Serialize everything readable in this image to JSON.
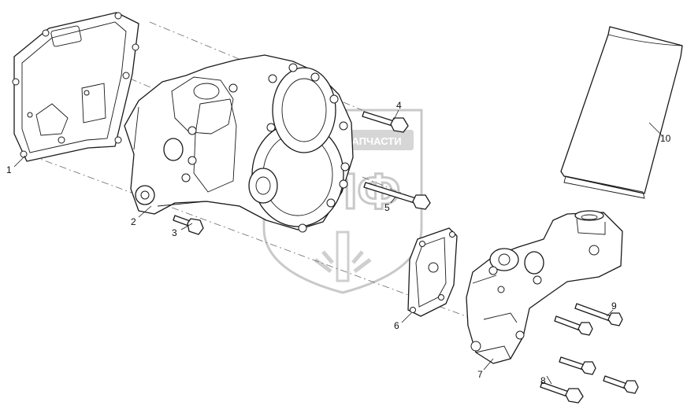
{
  "watermark": {
    "banner_text": "ТЕХНИКА И ЗАПЧАСТИ",
    "logo_letters": "ЭПФ",
    "color": "#c9c9c9"
  },
  "callouts": [
    {
      "id": "1",
      "label": "1",
      "part": "gasket"
    },
    {
      "id": "2",
      "label": "2",
      "part": "oil-filter-housing"
    },
    {
      "id": "3",
      "label": "3",
      "part": "bolt"
    },
    {
      "id": "4",
      "label": "4",
      "part": "bolt"
    },
    {
      "id": "5",
      "label": "5",
      "part": "bolt"
    },
    {
      "id": "6",
      "label": "6",
      "part": "gasket"
    },
    {
      "id": "7",
      "label": "7",
      "part": "filter-bracket"
    },
    {
      "id": "8",
      "label": "8",
      "part": "bolt"
    },
    {
      "id": "9",
      "label": "9",
      "part": "bolt"
    },
    {
      "id": "10",
      "label": "10",
      "part": "oil-filter-cartridge"
    }
  ],
  "line_color": "#1a1a1a"
}
